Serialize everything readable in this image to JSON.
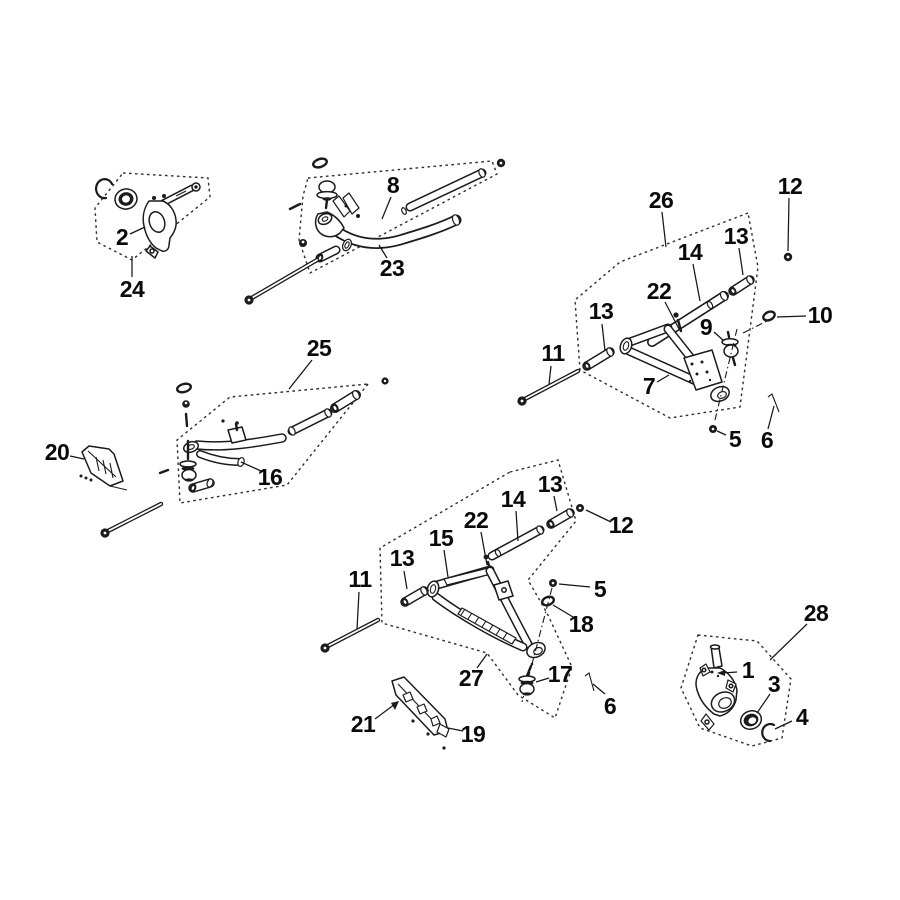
{
  "diagram": {
    "background_color": "#ffffff",
    "line_color": "#1b1b1b",
    "outline_color": "#2e2e2e"
  },
  "callouts": [
    {
      "label": "2",
      "group": "24"
    },
    {
      "label": "24",
      "group": "24"
    },
    {
      "label": "8",
      "group": "23"
    },
    {
      "label": "23",
      "group": "23"
    },
    {
      "label": "26",
      "group": "26"
    },
    {
      "label": "12",
      "group": "26"
    },
    {
      "label": "13",
      "group": "26"
    },
    {
      "label": "14",
      "group": "26"
    },
    {
      "label": "22",
      "group": "26"
    },
    {
      "label": "13",
      "group": "26"
    },
    {
      "label": "11",
      "group": "26"
    },
    {
      "label": "9",
      "group": "26"
    },
    {
      "label": "10",
      "group": "26"
    },
    {
      "label": "7",
      "group": "26"
    },
    {
      "label": "5",
      "group": "26"
    },
    {
      "label": "6",
      "group": "26"
    },
    {
      "label": "25",
      "group": "25"
    },
    {
      "label": "16",
      "group": "25"
    },
    {
      "label": "20",
      "group": "25"
    },
    {
      "label": "13",
      "group": "27"
    },
    {
      "label": "14",
      "group": "27"
    },
    {
      "label": "22",
      "group": "27"
    },
    {
      "label": "12",
      "group": "27"
    },
    {
      "label": "15",
      "group": "27"
    },
    {
      "label": "13",
      "group": "27"
    },
    {
      "label": "11",
      "group": "27"
    },
    {
      "label": "5",
      "group": "27"
    },
    {
      "label": "18",
      "group": "27"
    },
    {
      "label": "27",
      "group": "27"
    },
    {
      "label": "17",
      "group": "27"
    },
    {
      "label": "6",
      "group": "27"
    },
    {
      "label": "21",
      "group": "27"
    },
    {
      "label": "19",
      "group": "27"
    },
    {
      "label": "28",
      "group": "28"
    },
    {
      "label": "1",
      "group": "28"
    },
    {
      "label": "3",
      "group": "28"
    },
    {
      "label": "4",
      "group": "28"
    }
  ]
}
